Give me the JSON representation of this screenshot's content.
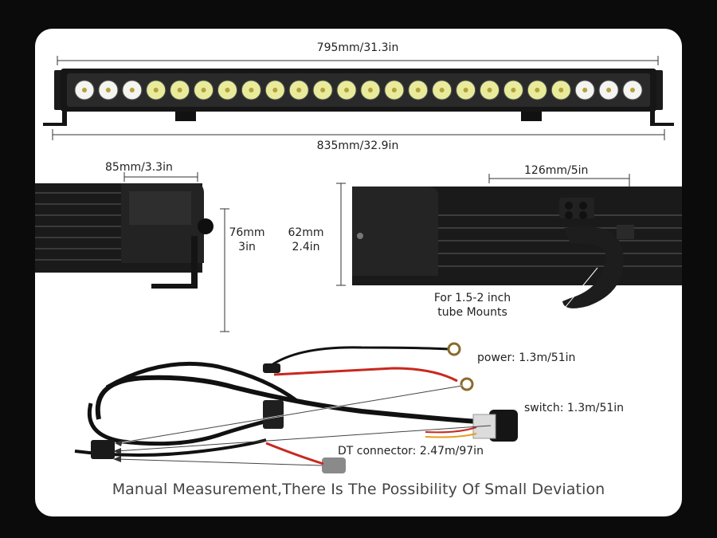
{
  "dimensions": {
    "light_length": "795mm/31.3in",
    "total_length": "835mm/32.9in",
    "side_width": "85mm/3.3in",
    "side_height_mm": "76mm",
    "side_height_in": "3in",
    "body_height_mm": "62mm",
    "body_height_in": "2.4in",
    "bracket_width": "126mm/5in",
    "mount_note_line1": "For 1.5-2 inch",
    "mount_note_line2": "tube Mounts"
  },
  "harness": {
    "power": "power: 1.3m/51in",
    "switch": "switch: 1.3m/51in",
    "dt_connector": "DT connector: 2.47m/97in"
  },
  "footer": "Manual Measurement,There Is The Possibility Of Small Deviation",
  "led_count": 24,
  "colors": {
    "background": "#0b0b0b",
    "card": "#ffffff",
    "bar_body": "#1a1a1a",
    "led_white": "#f4f4f0",
    "led_yellow": "#e8ec9a",
    "wire_red": "#c8281e",
    "wire_black": "#111111"
  }
}
